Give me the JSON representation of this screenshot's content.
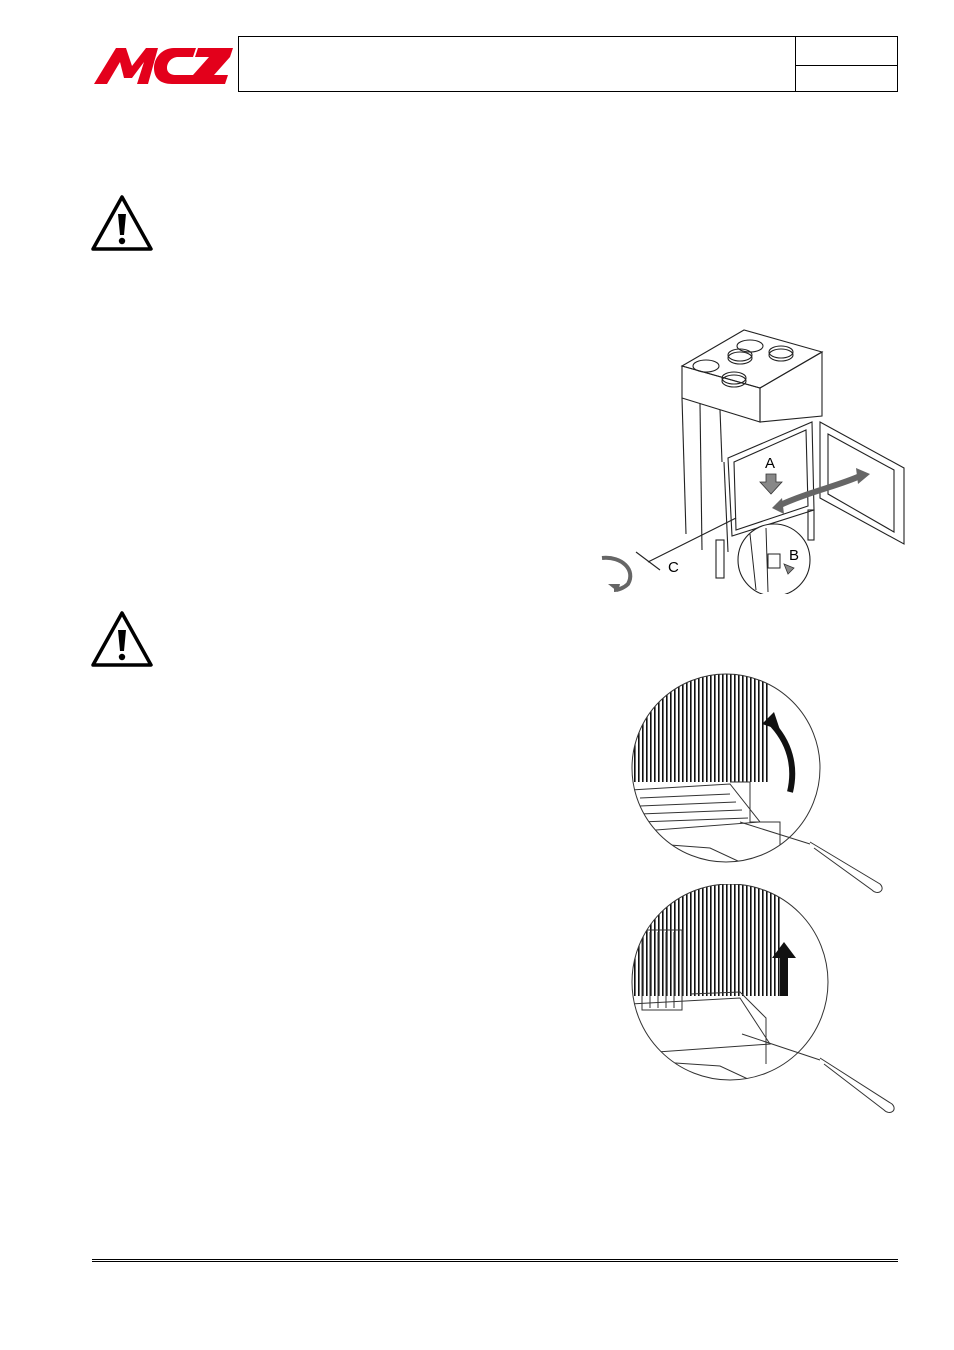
{
  "header": {
    "logo_text": "MCZ",
    "brand_color": "#e3001b"
  },
  "warnings": [
    {
      "icon": "warning-triangle-icon"
    },
    {
      "icon": "warning-triangle-icon"
    }
  ],
  "figures": {
    "stove": {
      "label_a": "A",
      "label_b": "B",
      "label_c": "C"
    },
    "grate_lift": {
      "arrow": "curved-arrow-up-icon"
    },
    "grate_raise": {
      "arrow": "straight-arrow-up-icon"
    }
  }
}
